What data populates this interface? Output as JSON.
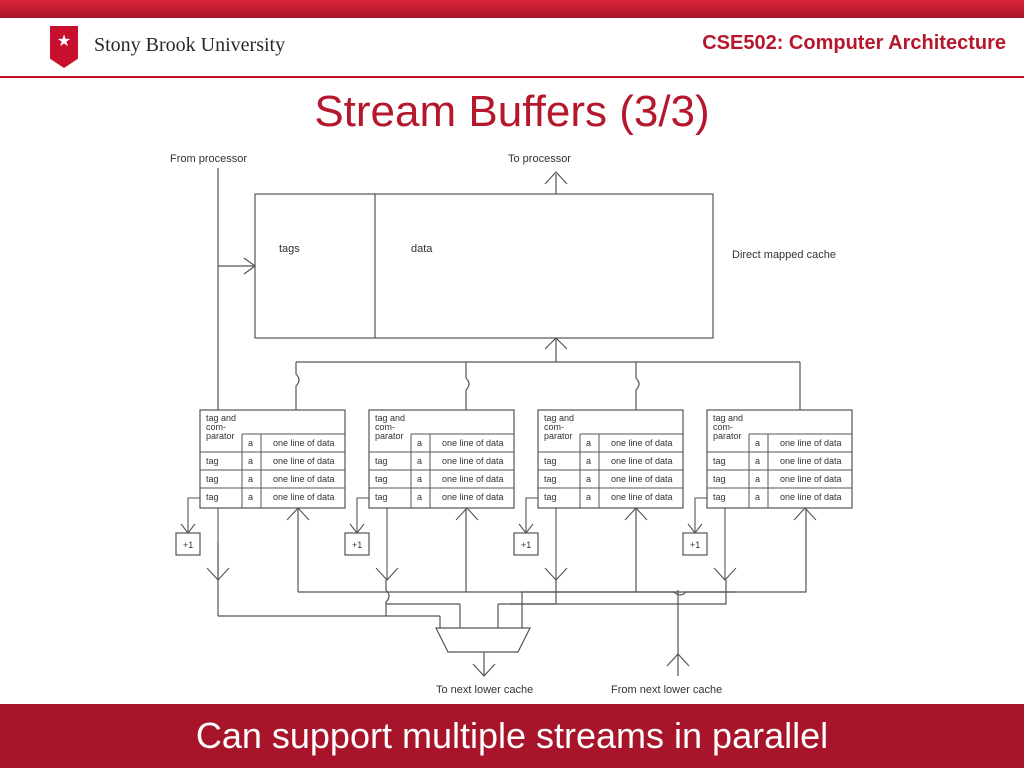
{
  "header": {
    "university": "Stony Brook University",
    "course": "CSE502: Computer Architecture"
  },
  "title": "Stream Buffers (3/3)",
  "diagram": {
    "from_processor": "From processor",
    "to_processor": "To processor",
    "tags": "tags",
    "data": "data",
    "cache_label": "Direct mapped cache",
    "comparator_label": [
      "tag and",
      "com-",
      "parator"
    ],
    "tag": "tag",
    "a": "a",
    "line": "one line of data",
    "increment": "+1",
    "to_lower": "To next lower cache",
    "from_lower": "From next lower cache"
  },
  "footer": {
    "text": "Can support multiple streams in parallel"
  }
}
